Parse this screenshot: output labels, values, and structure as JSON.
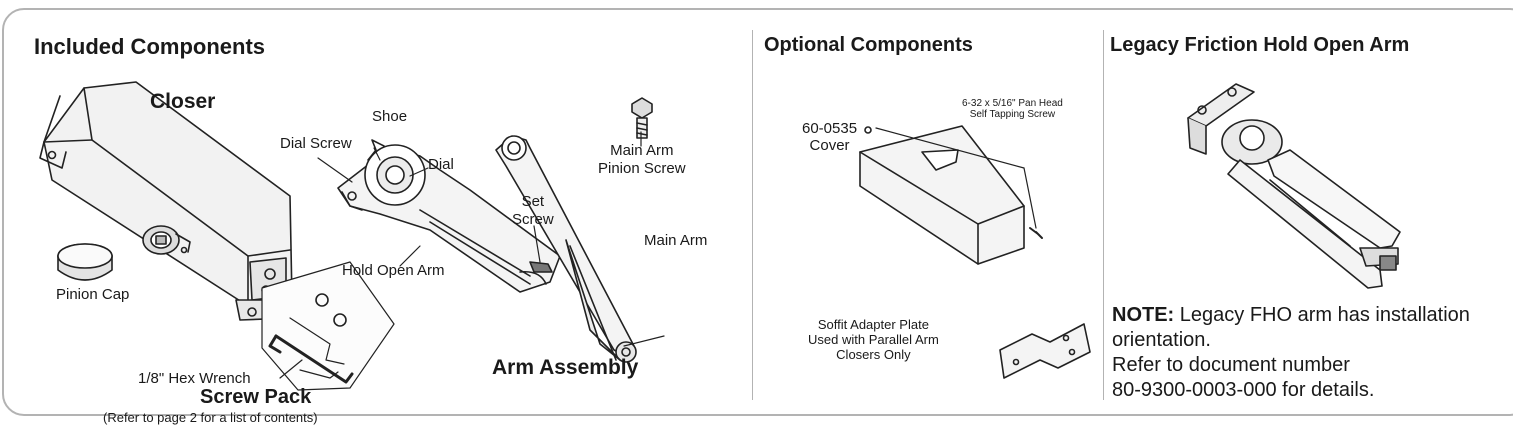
{
  "included": {
    "title": "Included Components",
    "closer": "Closer",
    "pinion_cap": "Pinion Cap",
    "dial_screw": "Dial Screw",
    "shoe": "Shoe",
    "dial": "Dial",
    "set_screw_line1": "Set",
    "set_screw_line2": "Screw",
    "main_arm_pinion_screw_line1": "Main Arm",
    "main_arm_pinion_screw_line2": "Pinion Screw",
    "main_arm": "Main Arm",
    "hold_open_arm": "Hold Open Arm",
    "hex_wrench": "1/8\" Hex Wrench",
    "screw_pack": "Screw Pack",
    "screw_pack_note": "(Refer to page 2 for a list of contents)",
    "arm_assembly": "Arm Assembly"
  },
  "optional": {
    "title": "Optional Components",
    "cover_line1": "60-0535",
    "cover_line2": "Cover",
    "screw_line1": "6-32 x 5/16\" Pan Head",
    "screw_line2": "Self Tapping Screw",
    "soffit_line1": "Soffit Adapter Plate",
    "soffit_line2": "Used with Parallel Arm",
    "soffit_line3": "Closers Only"
  },
  "legacy": {
    "title": "Legacy Friction Hold Open Arm",
    "note_label": "NOTE:",
    "note_line1": " Legacy FHO arm has installation",
    "note_line2": "orientation.",
    "note_line3": "Refer to document number",
    "note_line4": "80-9300-0003-000 for details."
  },
  "colors": {
    "frame": "#b3b3b3",
    "text": "#1a1a1a",
    "line": "#222222"
  }
}
